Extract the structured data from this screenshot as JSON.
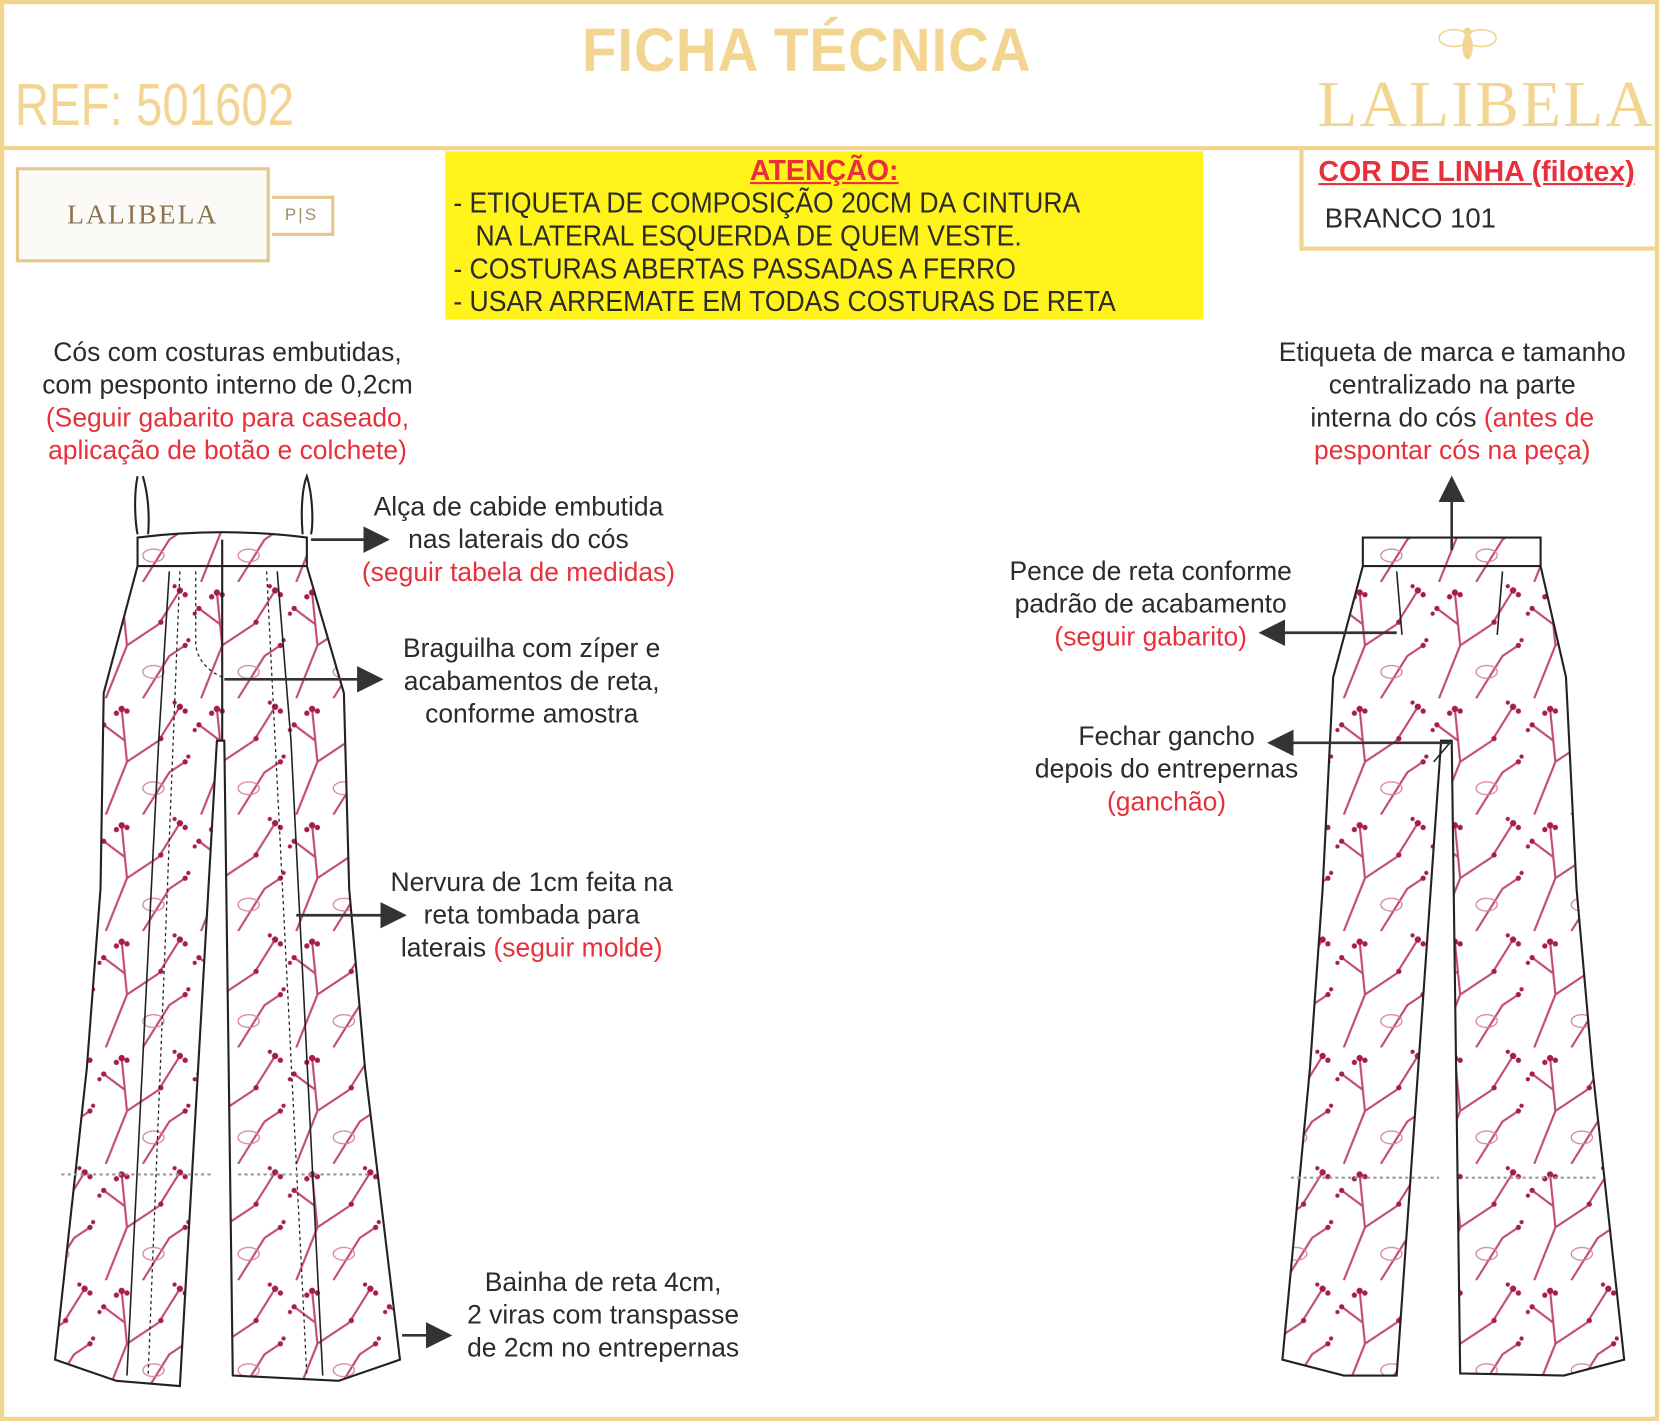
{
  "header": {
    "title": "FICHA TÉCNICA",
    "ref": "REF: 501602",
    "brand_logo": "LALIBELA",
    "logo_icon": "bee-icon"
  },
  "label": {
    "brand": "LALIBELA",
    "size_tab": "P|S"
  },
  "attention": {
    "title": "ATENÇÃO:",
    "lines": [
      "- ETIQUETA DE COMPOSIÇÃO 20CM DA CINTURA",
      "   NA LATERAL ESQUERDA DE QUEM VESTE.",
      "- COSTURAS ABERTAS PASSADAS A FERRO",
      "- USAR ARREMATE EM TODAS COSTURAS DE RETA"
    ]
  },
  "thread": {
    "title": "COR DE LINHA (filotex)",
    "value": "BRANCO 101"
  },
  "notes": {
    "cos": {
      "l1": "Cós com costuras embutidas,",
      "l2": "com pesponto interno de 0,2cm",
      "r1": "(Seguir gabarito para caseado,",
      "r2": "aplicação de botão e colchete)"
    },
    "alca": {
      "l1": "Alça de cabide embutida",
      "l2": "nas laterais do cós",
      "r1": "(seguir tabela de medidas)"
    },
    "braguilha": {
      "l1": "Braguilha com zíper e",
      "l2": "acabamentos de reta,",
      "l3": "conforme amostra"
    },
    "nervura": {
      "l1": "Nervura de 1cm feita na",
      "l2": "reta tombada para",
      "l3": "laterais ",
      "r1": "(seguir molde)"
    },
    "bainha": {
      "l1": "Bainha de reta 4cm,",
      "l2": "2 viras com transpasse",
      "l3": "de 2cm no entrepernas"
    },
    "etiqueta": {
      "l1": "Etiqueta de marca e tamanho",
      "l2": "centralizado na parte",
      "l3": "interna do cós ",
      "r1": "(antes de",
      "r2": "pespontar cós na peça)"
    },
    "pence": {
      "l1": "Pence de reta conforme",
      "l2": "padrão de acabamento",
      "r1": "(seguir gabarito)"
    },
    "gancho": {
      "l1": "Fechar gancho",
      "l2": "depois do entrepernas",
      "r1": "(ganchão)"
    }
  },
  "colors": {
    "gold": "#f3d592",
    "red": "#e8303a",
    "yellow": "#fff31a",
    "print": "#b8234d"
  }
}
